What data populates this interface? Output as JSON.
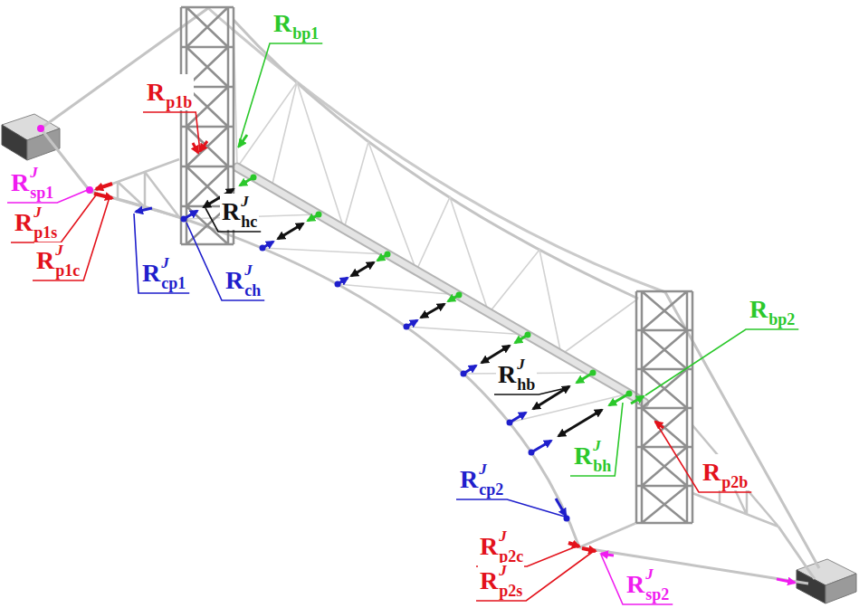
{
  "diagram": {
    "labels": [
      "R",
      "bp1",
      "R",
      "p1b",
      "R",
      "J",
      "sp1",
      "R",
      "J",
      "hc",
      "R",
      "J",
      "p1s",
      "R",
      "J",
      "p1c",
      "R",
      "J",
      "cp1",
      "R",
      "J",
      "ch",
      "R",
      "bp2",
      "R",
      "J",
      "hb",
      "R",
      "J",
      "bh",
      "R",
      "p2b",
      "R",
      "J",
      "cp2",
      "R",
      "J",
      "p2c",
      "R",
      "J",
      "p2s",
      "R",
      "J",
      "sp2"
    ]
  }
}
